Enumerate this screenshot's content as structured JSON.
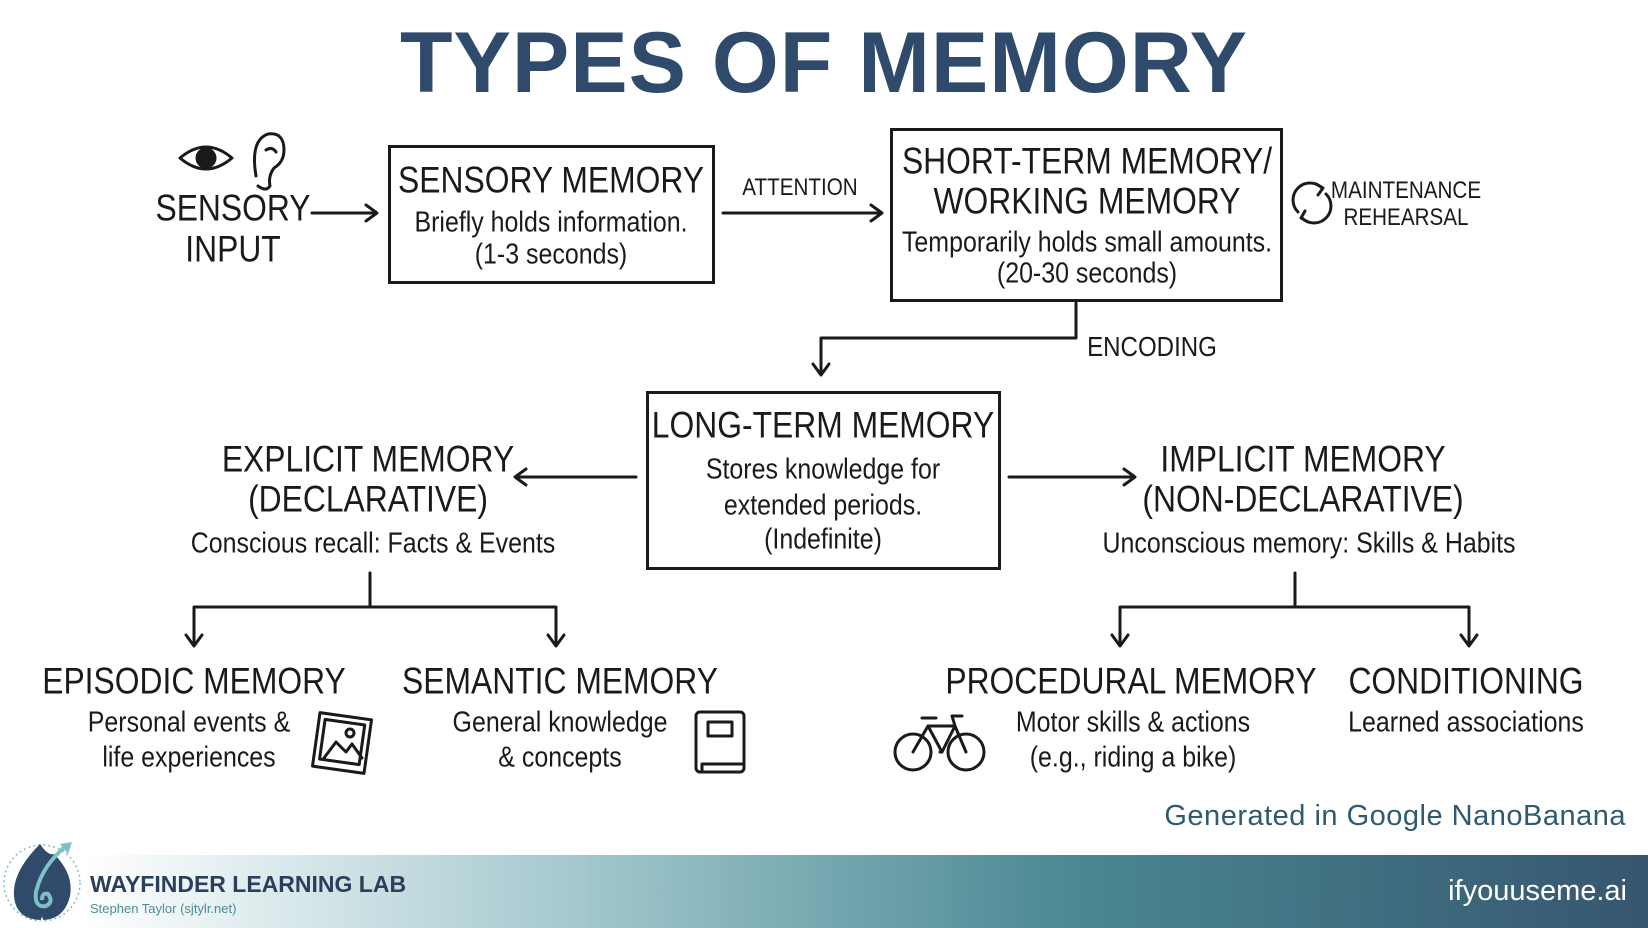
{
  "title": "TYPES OF MEMORY",
  "sensory_input": {
    "line1": "SENSORY",
    "line2": "INPUT"
  },
  "sensory_memory": {
    "title": "SENSORY MEMORY",
    "desc": "Briefly holds information.",
    "duration": "(1-3 seconds)"
  },
  "attention_label": "ATTENTION",
  "short_term": {
    "title1": "SHORT-TERM MEMORY/",
    "title2": "WORKING MEMORY",
    "desc": "Temporarily holds small amounts.",
    "duration": "(20-30 seconds)"
  },
  "rehearsal": {
    "line1": "MAINTENANCE",
    "line2": "REHEARSAL"
  },
  "encoding_label": "ENCODING",
  "long_term": {
    "title": "LONG-TERM MEMORY",
    "line1": "Stores knowledge for",
    "line2": "extended periods.",
    "line3": "(Indefinite)"
  },
  "explicit": {
    "title1": "EXPLICIT MEMORY",
    "title2": "(DECLARATIVE)",
    "desc": "Conscious recall: Facts & Events"
  },
  "implicit": {
    "title1": "IMPLICIT MEMORY",
    "title2": "(NON-DECLARATIVE)",
    "desc": "Unconscious memory: Skills & Habits"
  },
  "episodic": {
    "title": "EPISODIC MEMORY",
    "line1": "Personal events &",
    "line2": "life experiences"
  },
  "semantic": {
    "title": "SEMANTIC MEMORY",
    "line1": "General knowledge",
    "line2": "& concepts"
  },
  "procedural": {
    "title": "PROCEDURAL MEMORY",
    "line1": "Motor skills & actions",
    "line2": "(e.g., riding a bike)"
  },
  "conditioning": {
    "title": "CONDITIONING",
    "line1": "Learned associations"
  },
  "credit": "Generated in Google NanoBanana",
  "footer": {
    "brand": "WAYFINDER LEARNING LAB",
    "author": "Stephen Taylor (sjtylr.net)",
    "site": "ifyouuseme.ai"
  },
  "colors": {
    "title": "#2f4a6b",
    "footer_dark": "#36566e",
    "footer_teal": "#4a8893"
  }
}
